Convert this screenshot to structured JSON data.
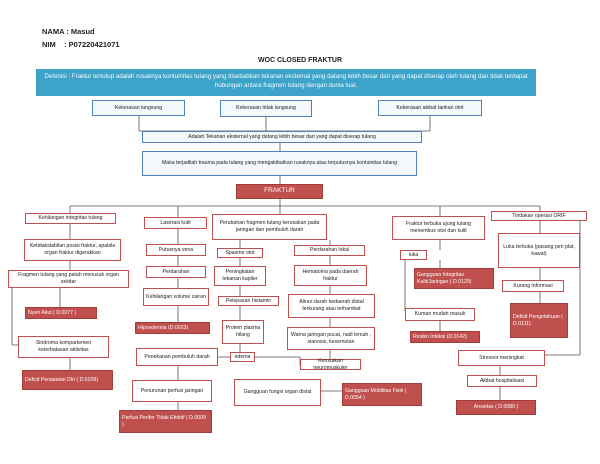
{
  "header": {
    "nama": "NAMA : Masud",
    "nim": "NIM    : P07220421071"
  },
  "title": "WOC CLOSED FRAKTUR",
  "definition": "Defenisi : Fraktur tertutup adalah rusaknya kontuinitas tulang yang disebabkan tekanan eksternal yang datang lebih besar dari yang dapat diserap oleh tulang dan tidak terdapat hubungan antara fragmen tulang dengan dunia luar.",
  "causes": [
    "Kekerasan langsung",
    "Kekerasan tidak langsung",
    "Kekerasan akibat tarikan otot"
  ],
  "mechanism": "Adalah Tekanan eksternal yang datang lebih besar dari yang dapat diserap tulang",
  "result": "Maka terjadilah trauma pada tulang yang mengakibatkan rusaknya atau terputusnya kontuinitas tulang",
  "fraktur": "FRAKTUR",
  "col1": {
    "n1": "Kehilangan integritas tulang",
    "n2": "Ketidakstabilan posisi fraktur, apabila organ fraktur digerakkan",
    "n3": "Fragmen tulang yang patah menusuk organ sekitar",
    "d1": "Nyeri Akut ( D.0077 )",
    "n4": "Sindroma kompartemen keterbatasan aktivitas",
    "d2": "Deficit Perawatan Diri ( D.0109)"
  },
  "col2": {
    "n1": "Laserasi kulit",
    "n2": "Putusnya vena",
    "n3": "Perdarahan",
    "n4": "Kehilangan volume cairan",
    "d1": "Hipovolemia (D.0023)",
    "n5": "Penekanan pembuluh darah",
    "n6": "Penurunan perfusi jaringan",
    "d2": "Perfusi Perifer Tidak Efektif ( D.0009 )"
  },
  "col3": {
    "top": "Perubahan fragmen tulang kerusakan pada jaringan dan pembuluh darah",
    "n1": "Spasme otot",
    "n2": "Peningkatan tekanan kapiler",
    "n3": "Pelepasan histamin",
    "n4": "Protein plasma hilang",
    "n5": "edema",
    "n6": "Gangguan fungsi organ distal",
    "d1": "Gangguan Mobilitas Fisik ( D.0054 )"
  },
  "col4": {
    "n1": "Perdarahan lokal",
    "n2": "Hematoma pada daerah fraktur",
    "n3": "Aliran darah kedaerah distal terkurang atau terhambat",
    "n4": "Warna jaringan pucat, nadi lemah , sianosis, kesemutan",
    "n5": "Kerusakan neuromuskuler"
  },
  "col5": {
    "n1": "Fraktur terbuka ujung tulang menembus otot dan kulit",
    "n2": "luka",
    "d1": "Gangguan Integritas Kulit/Jaringan ( D.0129)",
    "n3": "Kuman mudah masuk",
    "d2": "Resiko Infeksi (D.0142)"
  },
  "col6": {
    "n1": "Tindakan operasi ORIF",
    "n2": "Luka terbuka (pasang pen plat, kawat)",
    "n3": "Kurang informasi",
    "d1": "Defisit Pengetahuan ( D.0111)",
    "n4": "Stressor meningkat",
    "n5": "Akibat hospitalisasi",
    "d2": "Ansietas ( D.0080 )"
  },
  "colors": {
    "accent_red": "#c0504d",
    "accent_blue": "#3ea3c9",
    "box_blue": "#4f81bd"
  }
}
